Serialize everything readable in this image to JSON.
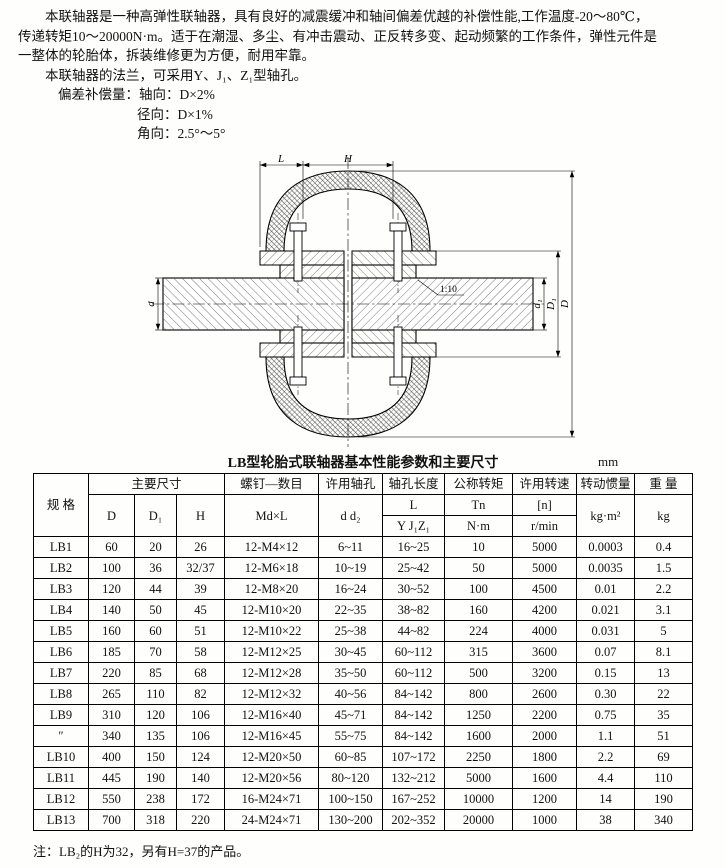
{
  "intro": {
    "line1": "本联轴器是一种高弹性联轴器，具有良好的减震缓冲和轴间偏差优越的补偿性能,工作温度-20～80℃，",
    "line2": "传递转矩10～20000N·m。适于在潮湿、多尘、有冲击震动、正反转多变、起动频繁的工作条件，弹性元件是",
    "line3": "一整体的轮胎体，拆装维修更为方便，耐用牢靠。",
    "line4": "本联轴器的法兰，可采用Y、J₁、Z₁型轴孔。",
    "line5": "偏差补偿量：轴向：D×2%",
    "line6": "径向：D×1%",
    "line7": "角向：2.5°～5°"
  },
  "drawing": {
    "labels": {
      "L": "L",
      "H": "H",
      "d": "d",
      "d1": "d₁",
      "D1": "D₁",
      "D": "D",
      "taper": "1:10"
    }
  },
  "table": {
    "title": "LB型轮胎式联轴器基本性能参数和主要尺寸",
    "unit": "mm",
    "headers": {
      "spec": "规  格",
      "main_dims": "主要尺寸",
      "D": "D",
      "D1": "D₁",
      "H": "H",
      "screw_title": "螺钉—数目",
      "screw_sub": "Md×L",
      "bore_title": "许用轴孔",
      "bore_sub": "d d₂",
      "len_title": "轴孔长度",
      "len_L": "L",
      "len_types": "Y J₁Z₁",
      "torque_title": "公称转矩",
      "torque_sym": "Tn",
      "torque_unit": "N·m",
      "speed_title": "许用转速",
      "speed_sym": "[n]",
      "speed_unit": "r/min",
      "inertia_title": "转动惯量",
      "inertia_unit": "kg·m²",
      "weight_title": "重  量",
      "weight_unit": "kg"
    },
    "rows": [
      [
        "LB1",
        "60",
        "20",
        "26",
        "12-M4×12",
        "6~11",
        "16~25",
        "10",
        "5000",
        "0.0003",
        "0.4"
      ],
      [
        "LB2",
        "100",
        "36",
        "32/37",
        "12-M6×18",
        "10~19",
        "25~42",
        "50",
        "5000",
        "0.0035",
        "1.5"
      ],
      [
        "LB3",
        "120",
        "44",
        "39",
        "12-M8×20",
        "16~24",
        "30~52",
        "100",
        "4500",
        "0.01",
        "2.2"
      ],
      [
        "LB4",
        "140",
        "50",
        "45",
        "12-M10×20",
        "22~35",
        "38~82",
        "160",
        "4200",
        "0.021",
        "3.1"
      ],
      [
        "LB5",
        "160",
        "60",
        "51",
        "12-M10×22",
        "25~38",
        "44~82",
        "224",
        "4000",
        "0.031",
        "5"
      ],
      [
        "LB6",
        "185",
        "70",
        "58",
        "12-M12×25",
        "30~45",
        "60~112",
        "315",
        "3600",
        "0.07",
        "8.1"
      ],
      [
        "LB7",
        "220",
        "85",
        "68",
        "12-M12×28",
        "35~50",
        "60~112",
        "500",
        "3200",
        "0.15",
        "13"
      ],
      [
        "LB8",
        "265",
        "110",
        "82",
        "12-M12×32",
        "40~56",
        "84~142",
        "800",
        "2600",
        "0.30",
        "22"
      ],
      [
        "LB9",
        "310",
        "120",
        "106",
        "12-M16×40",
        "45~71",
        "84~142",
        "1250",
        "2200",
        "0.75",
        "35"
      ],
      [
        "″",
        "340",
        "135",
        "106",
        "12-M16×45",
        "55~75",
        "84~142",
        "1600",
        "2000",
        "1.1",
        "51"
      ],
      [
        "LB10",
        "400",
        "150",
        "124",
        "12-M20×50",
        "60~85",
        "107~172",
        "2250",
        "1800",
        "2.2",
        "69"
      ],
      [
        "LB11",
        "445",
        "190",
        "140",
        "12-M20×56",
        "80~120",
        "132~212",
        "5000",
        "1600",
        "4.4",
        "110"
      ],
      [
        "LB12",
        "550",
        "238",
        "172",
        "16-M24×71",
        "100~150",
        "167~252",
        "10000",
        "1200",
        "14",
        "190"
      ],
      [
        "LB13",
        "700",
        "318",
        "220",
        "24-M24×71",
        "130~200",
        "202~352",
        "20000",
        "1000",
        "38",
        "340"
      ]
    ],
    "note": "注：LB₂的H为32，另有H=37的产品。"
  }
}
